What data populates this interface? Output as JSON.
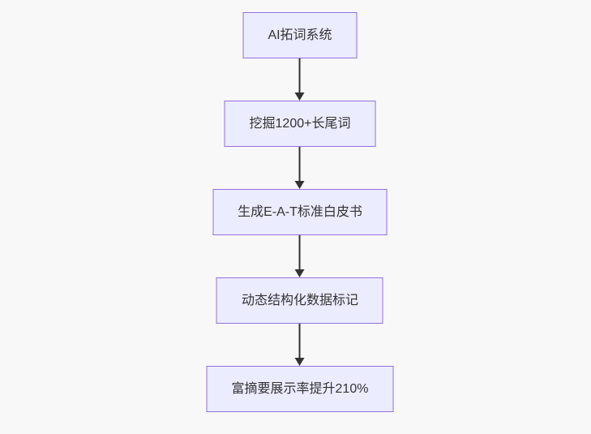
{
  "flowchart": {
    "type": "vertical-flowchart",
    "direction": "top-down",
    "colors": {
      "background": "#f8f8f8",
      "node_fill": "#ECECFF",
      "node_border": "#9370DB",
      "text": "#333333",
      "arrow": "#333333"
    },
    "nodes": [
      {
        "label": "AI拓词系统"
      },
      {
        "label": "挖掘1200+长尾词"
      },
      {
        "label": "生成E-A-T标准白皮书"
      },
      {
        "label": "动态结构化数据标记"
      },
      {
        "label": "富摘要展示率提升210%"
      }
    ],
    "edges": [
      {
        "from": 0,
        "to": 1
      },
      {
        "from": 1,
        "to": 2
      },
      {
        "from": 2,
        "to": 3
      },
      {
        "from": 3,
        "to": 4
      }
    ]
  }
}
